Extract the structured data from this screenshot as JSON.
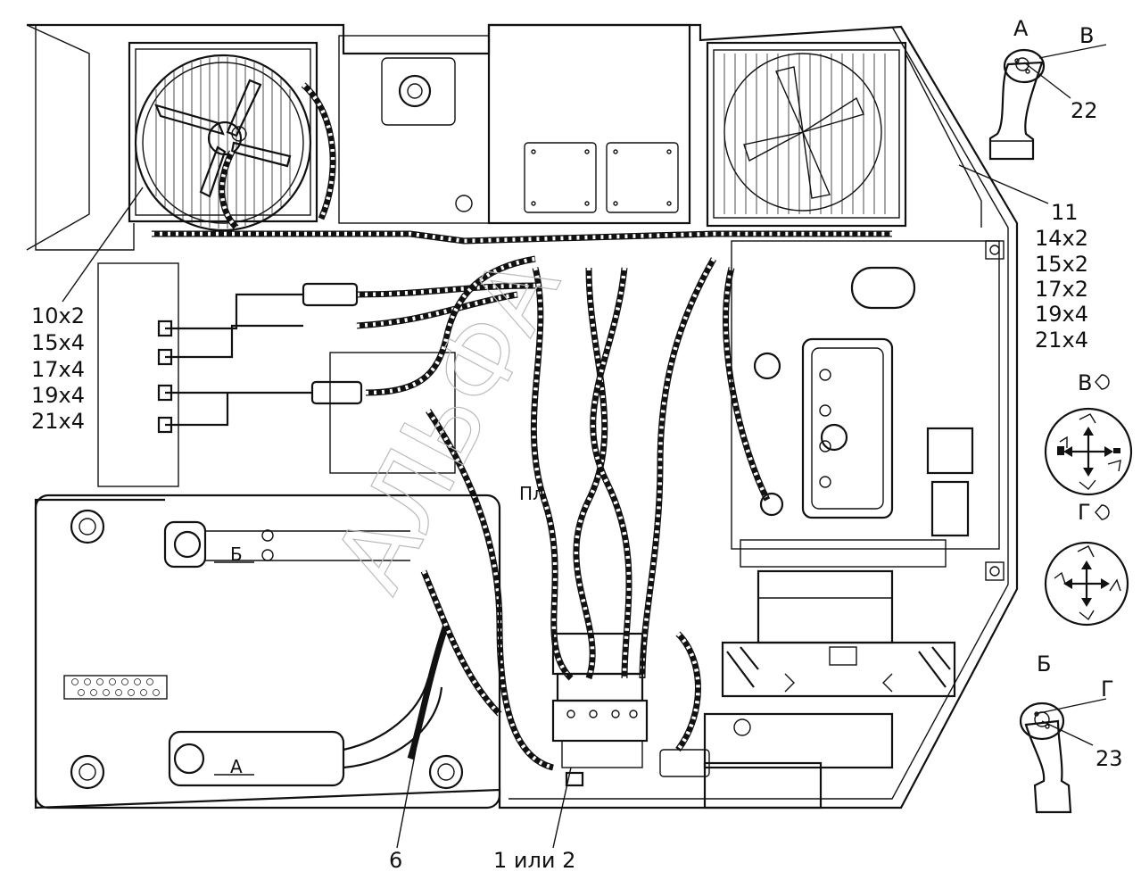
{
  "callouts": {
    "left_quantities": [
      "10x2",
      "15x4",
      "17x4",
      "19x4",
      "21x4"
    ],
    "right_item": "11",
    "right_quantities": [
      "14x2",
      "15x2",
      "17x2",
      "19x4",
      "21x4"
    ],
    "bottom_item_6": "6",
    "bottom_item_1_2": "1 или 2"
  },
  "views": {
    "view_a": {
      "letter": "А",
      "arrow_label": "В",
      "item": "22"
    },
    "view_b": {
      "letter": "Б",
      "arrow_label": "Г",
      "item": "23"
    },
    "view_v": {
      "label": "В"
    },
    "view_g": {
      "label": "Г"
    }
  },
  "inline_marks": {
    "arrow_b": "Б",
    "arrow_a": "А",
    "pl": "Пл"
  },
  "watermark": "АЛЬФА"
}
